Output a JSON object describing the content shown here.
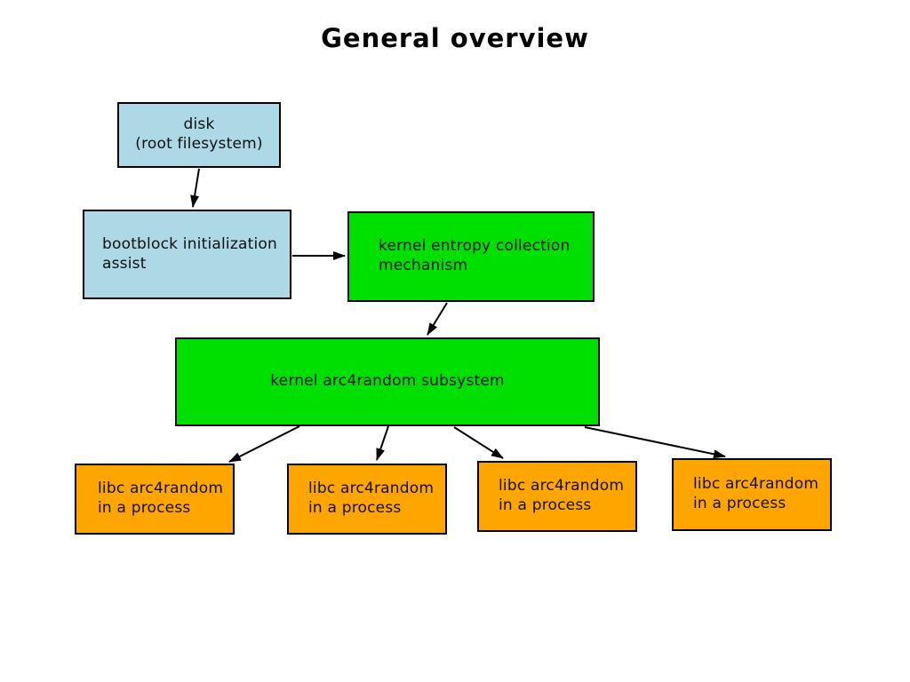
{
  "title": "General overview",
  "colors": {
    "node_blue": "#ADD8E6",
    "node_green": "#00E000",
    "node_orange": "#FFA500",
    "border": "#000000",
    "arrow": "#000000",
    "background": "#FFFFFF"
  },
  "nodes": {
    "disk": {
      "lines": [
        "disk",
        "(root filesystem)"
      ]
    },
    "bootblock": {
      "lines": [
        "bootblock initialization",
        "assist"
      ]
    },
    "entropy": {
      "lines": [
        "kernel entropy collection",
        "mechanism"
      ]
    },
    "subsystem": {
      "lines": [
        "kernel arc4random subsystem"
      ]
    },
    "libc1": {
      "lines": [
        "libc arc4random",
        "in a process"
      ]
    },
    "libc2": {
      "lines": [
        "libc arc4random",
        "in a process"
      ]
    },
    "libc3": {
      "lines": [
        "libc arc4random",
        "in a process"
      ]
    },
    "libc4": {
      "lines": [
        "libc arc4random",
        "in a process"
      ]
    }
  },
  "edges": [
    {
      "from": "disk",
      "to": "bootblock"
    },
    {
      "from": "bootblock",
      "to": "entropy"
    },
    {
      "from": "entropy",
      "to": "subsystem"
    },
    {
      "from": "subsystem",
      "to": "libc1"
    },
    {
      "from": "subsystem",
      "to": "libc2"
    },
    {
      "from": "subsystem",
      "to": "libc3"
    },
    {
      "from": "subsystem",
      "to": "libc4"
    }
  ]
}
